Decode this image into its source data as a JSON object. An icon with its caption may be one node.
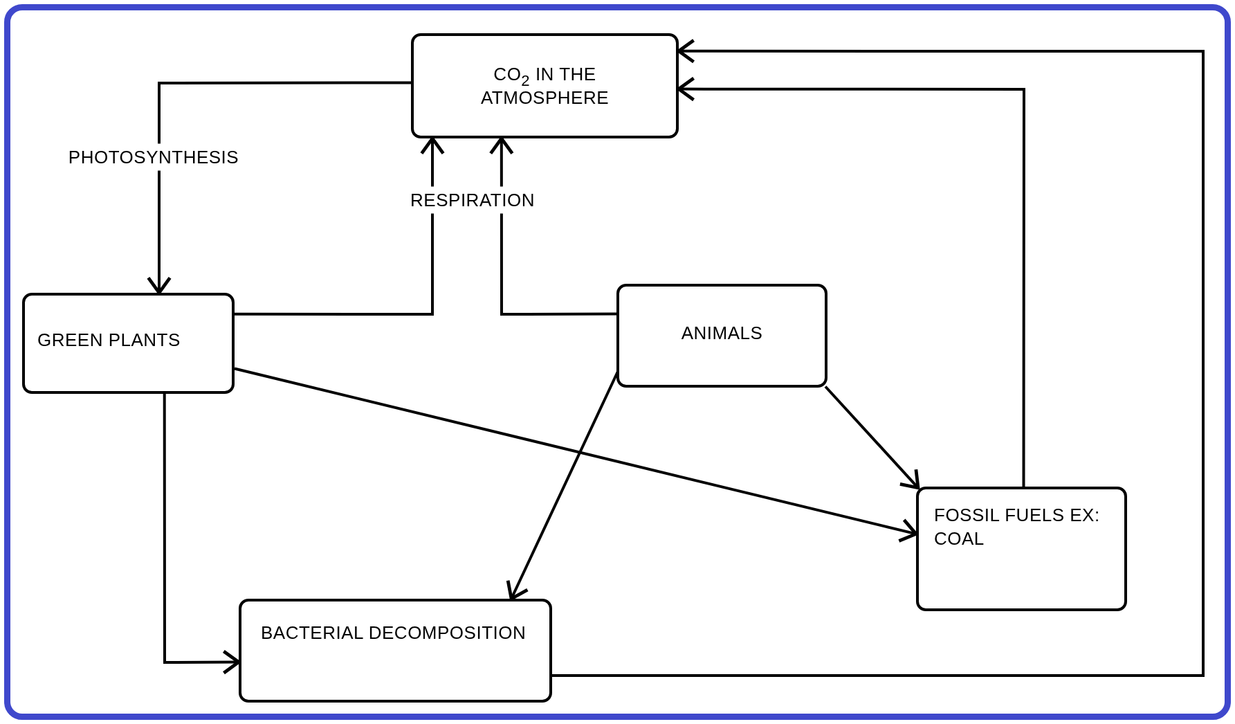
{
  "diagram": {
    "nodes": [
      {
        "text": [
          "CO$_{2}$ IN THE ATMOSPHERE"
        ]
      },
      {
        "text": [
          "GREEN PLANTS"
        ]
      },
      {
        "text": [
          "ANIMALS"
        ]
      },
      {
        "text": [
          "FOSSIL FUELS EX: COAL"
        ]
      },
      {
        "text": [
          "BACTERIAL DECOMPOSITION"
        ]
      }
    ],
    "edges": [
      {
        "from": 0,
        "to": 1,
        "arrow": "to",
        "label": "PHOTOSYNTHESIS"
      },
      {
        "from": 1,
        "to": 0,
        "arrow": "to",
        "label": "RESPIRATION"
      },
      {
        "from": 2,
        "to": 0,
        "arrow": "to"
      },
      {
        "from": 1,
        "to": 3,
        "arrow": "to"
      },
      {
        "from": 2,
        "to": 3,
        "arrow": "to"
      },
      {
        "from": 2,
        "to": 4,
        "arrow": "to"
      },
      {
        "from": 1,
        "to": 4,
        "arrow": "to"
      },
      {
        "from": 4,
        "to": 0,
        "arrow": "to"
      },
      {
        "from": 3,
        "to": 0,
        "arrow": "to"
      }
    ]
  }
}
